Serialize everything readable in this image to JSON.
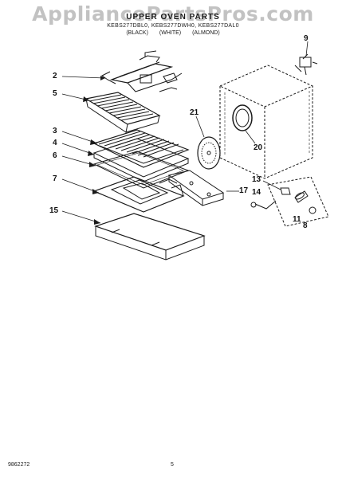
{
  "watermark": "AppliancePartsPros.com",
  "header": {
    "title": "UPPER OVEN PARTS",
    "models": "KEBS277DBL0, KEBS277DWH0, KEBS277DAL0",
    "colors": [
      "(BLACK)",
      "(WHITE)",
      "(ALMOND)"
    ]
  },
  "callouts": [
    {
      "key": "c2",
      "label": "2"
    },
    {
      "key": "c5",
      "label": "5"
    },
    {
      "key": "c3",
      "label": "3"
    },
    {
      "key": "c4",
      "label": "4"
    },
    {
      "key": "c6",
      "label": "6"
    },
    {
      "key": "c7",
      "label": "7"
    },
    {
      "key": "c15",
      "label": "15"
    },
    {
      "key": "c9",
      "label": "9"
    },
    {
      "key": "c21",
      "label": "21"
    },
    {
      "key": "c20",
      "label": "20"
    },
    {
      "key": "c17",
      "label": "17"
    },
    {
      "key": "c13",
      "label": "13"
    },
    {
      "key": "c14",
      "label": "14"
    },
    {
      "key": "c11",
      "label": "11"
    },
    {
      "key": "c8",
      "label": "8"
    }
  ],
  "footer": {
    "code": "9862272",
    "page": "5"
  },
  "colors": {
    "line": "#1a1a1a",
    "watermark": "#b8b8b8"
  }
}
